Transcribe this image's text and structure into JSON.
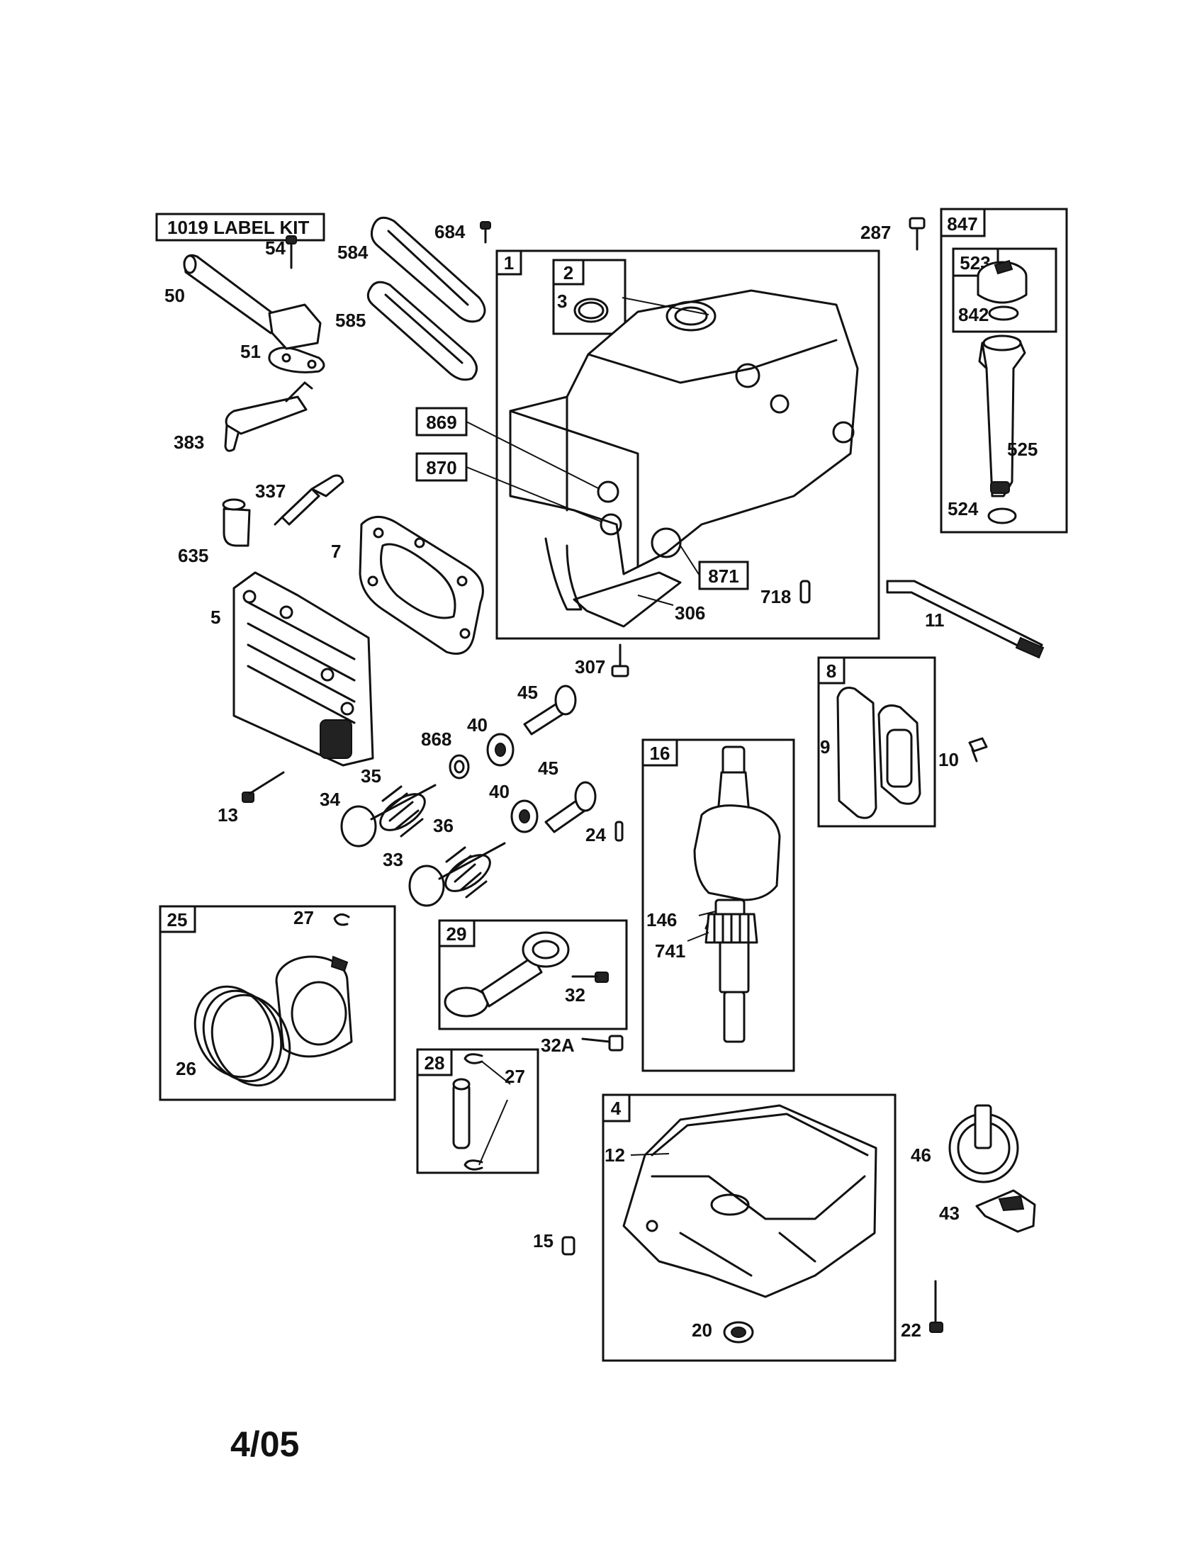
{
  "label_kit": "1019 LABEL KIT",
  "date_code": "4/05",
  "boxes": {
    "b1": "1",
    "b2": "2",
    "b847": "847",
    "b523": "523",
    "b869": "869",
    "b870": "870",
    "b871": "871",
    "b8": "8",
    "b16": "16",
    "b25": "25",
    "b29": "29",
    "b28": "28",
    "b4": "4"
  },
  "labels": {
    "p684": "684",
    "p584": "584",
    "p585": "585",
    "p287": "287",
    "p54": "54",
    "p50": "50",
    "p51": "51",
    "p3": "3",
    "p842": "842",
    "p383": "383",
    "p525": "525",
    "p337": "337",
    "p524": "524",
    "p635": "635",
    "p7": "7",
    "p5": "5",
    "p718": "718",
    "p306": "306",
    "p11": "11",
    "p307": "307",
    "p45a": "45",
    "p40a": "40",
    "p868": "868",
    "p9": "9",
    "p10": "10",
    "p35": "35",
    "p45b": "45",
    "p34": "34",
    "p40b": "40",
    "p13": "13",
    "p36": "36",
    "p24": "24",
    "p33": "33",
    "p27a": "27",
    "p146": "146",
    "p741": "741",
    "p32": "32",
    "p26": "26",
    "p32a": "32A",
    "p27b": "27",
    "p12": "12",
    "p46": "46",
    "p43": "43",
    "p15": "15",
    "p20": "20",
    "p22": "22"
  }
}
